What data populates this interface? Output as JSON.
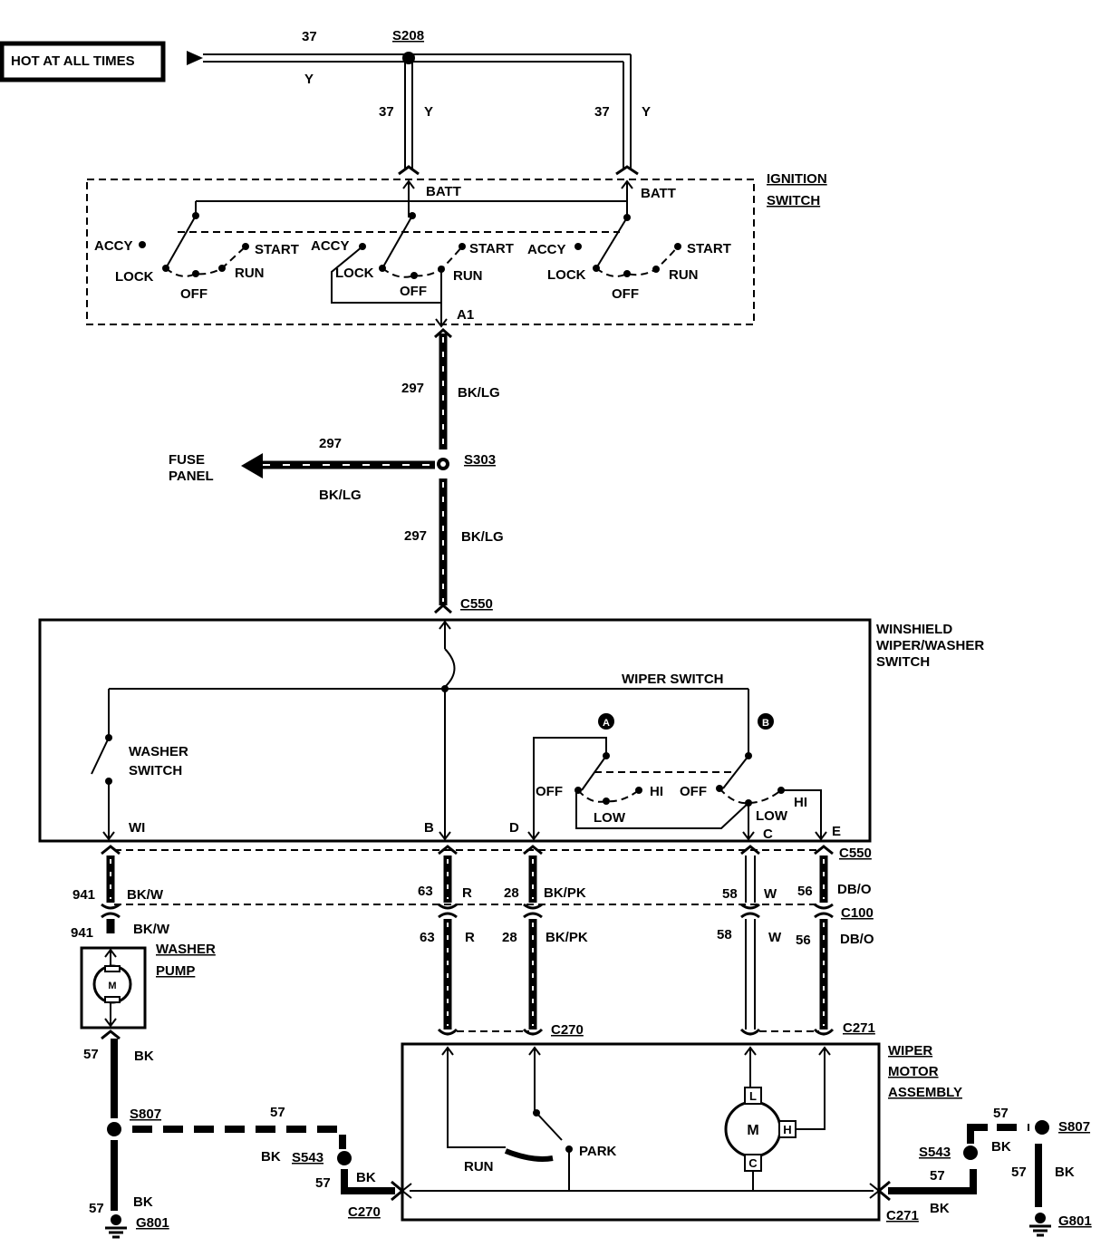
{
  "hot_label": "HOT AT ALL TIMES",
  "colors": {
    "wire": "#000000",
    "background": "#ffffff"
  },
  "feed": {
    "circuit": "37",
    "color": "Y",
    "splice": "S208",
    "left_circuit": "37",
    "left_color": "Y",
    "right_circuit": "37",
    "right_color": "Y"
  },
  "ignition": {
    "title_line1": "IGNITION",
    "title_line2": "SWITCH",
    "batt": "BATT",
    "accy": "ACCY",
    "lock": "LOCK",
    "off": "OFF",
    "run": "RUN",
    "start": "START",
    "output_pin": "A1"
  },
  "run_feed": {
    "circuit": "297",
    "color": "BK/LG",
    "splice": "S303",
    "fuse_panel_line1": "FUSE",
    "fuse_panel_line2": "PANEL",
    "connector": "C550"
  },
  "wiper_switch_module": {
    "title_line1": "WINSHIELD",
    "title_line2": "WIPER/WASHER",
    "title_line3": "SWITCH",
    "wiper_switch": "WIPER SWITCH",
    "washer_line1": "WASHER",
    "washer_line2": "SWITCH",
    "marker_a": "A",
    "marker_b": "B",
    "off": "OFF",
    "hi": "HI",
    "low": "LOW",
    "pins": {
      "wi": "WI",
      "b": "B",
      "d": "D",
      "c": "C",
      "e": "E"
    }
  },
  "harness": {
    "c550": "C550",
    "c100": "C100",
    "c270": "C270",
    "c271": "C271",
    "wires": [
      {
        "circuit": "941",
        "color": "BK/W"
      },
      {
        "circuit": "63",
        "color": "R"
      },
      {
        "circuit": "28",
        "color": "BK/PK"
      },
      {
        "circuit": "58",
        "color": "W"
      },
      {
        "circuit": "56",
        "color": "DB/O"
      }
    ]
  },
  "washer_pump": {
    "title_line1": "WASHER",
    "title_line2": "PUMP",
    "motor": "M"
  },
  "wiper_motor": {
    "title_line1": "WIPER",
    "title_line2": "MOTOR",
    "title_line3": "ASSEMBLY",
    "run": "RUN",
    "park": "PARK",
    "motor": "M",
    "brush_l": "L",
    "brush_h": "H",
    "brush_c": "C"
  },
  "grounds": {
    "circuit": "57",
    "color": "BK",
    "splice_s807": "S807",
    "splice_s543": "S543",
    "ground": "G801"
  }
}
